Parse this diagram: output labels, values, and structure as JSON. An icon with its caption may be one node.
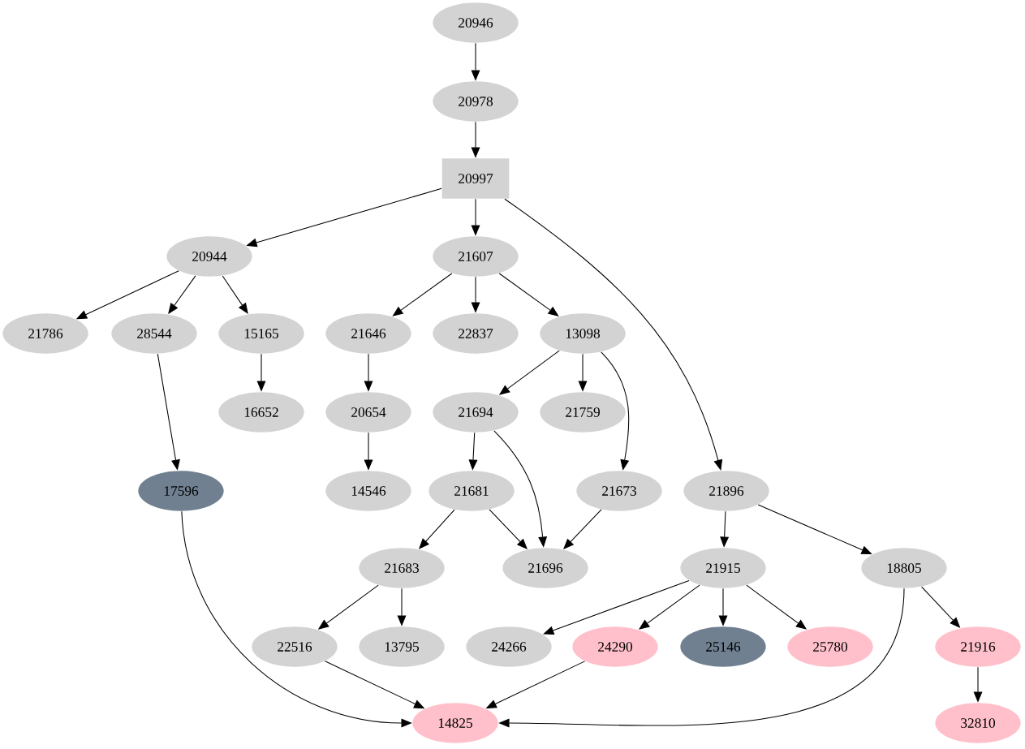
{
  "diagram": {
    "nodes": [
      {
        "text": [
          "20946"
        ]
      },
      {
        "text": [
          "20978"
        ]
      },
      {
        "text": [
          "20997"
        ]
      },
      {
        "text": [
          "20944"
        ]
      },
      {
        "text": [
          "21607"
        ]
      },
      {
        "text": [
          "21786"
        ]
      },
      {
        "text": [
          "28544"
        ]
      },
      {
        "text": [
          "15165"
        ]
      },
      {
        "text": [
          "21646"
        ]
      },
      {
        "text": [
          "22837"
        ]
      },
      {
        "text": [
          "13098"
        ]
      },
      {
        "text": [
          "16652"
        ]
      },
      {
        "text": [
          "20654"
        ]
      },
      {
        "text": [
          "21694"
        ]
      },
      {
        "text": [
          "21759"
        ]
      },
      {
        "text": [
          "17596"
        ]
      },
      {
        "text": [
          "14546"
        ]
      },
      {
        "text": [
          "21681"
        ]
      },
      {
        "text": [
          "21673"
        ]
      },
      {
        "text": [
          "21896"
        ]
      },
      {
        "text": [
          "21683"
        ]
      },
      {
        "text": [
          "21696"
        ]
      },
      {
        "text": [
          "21915"
        ]
      },
      {
        "text": [
          "18805"
        ]
      },
      {
        "text": [
          "22516"
        ]
      },
      {
        "text": [
          "13795"
        ]
      },
      {
        "text": [
          "24266"
        ]
      },
      {
        "text": [
          "24290"
        ]
      },
      {
        "text": [
          "25146"
        ]
      },
      {
        "text": [
          "25780"
        ]
      },
      {
        "text": [
          "21916"
        ]
      },
      {
        "text": [
          "14825"
        ]
      },
      {
        "text": [
          "32810"
        ]
      }
    ],
    "edges": [
      {
        "from": 0,
        "to": 1,
        "arrow": "to"
      },
      {
        "from": 1,
        "to": 2,
        "arrow": "to"
      },
      {
        "from": 2,
        "to": 3,
        "arrow": "to"
      },
      {
        "from": 2,
        "to": 4,
        "arrow": "to"
      },
      {
        "from": 2,
        "to": 19,
        "arrow": "to"
      },
      {
        "from": 3,
        "to": 5,
        "arrow": "to"
      },
      {
        "from": 3,
        "to": 6,
        "arrow": "to"
      },
      {
        "from": 3,
        "to": 7,
        "arrow": "to"
      },
      {
        "from": 4,
        "to": 8,
        "arrow": "to"
      },
      {
        "from": 4,
        "to": 9,
        "arrow": "to"
      },
      {
        "from": 4,
        "to": 10,
        "arrow": "to"
      },
      {
        "from": 7,
        "to": 11,
        "arrow": "to"
      },
      {
        "from": 8,
        "to": 12,
        "arrow": "to"
      },
      {
        "from": 10,
        "to": 13,
        "arrow": "to"
      },
      {
        "from": 10,
        "to": 14,
        "arrow": "to"
      },
      {
        "from": 10,
        "to": 18,
        "arrow": "to"
      },
      {
        "from": 6,
        "to": 15,
        "arrow": "to"
      },
      {
        "from": 12,
        "to": 16,
        "arrow": "to"
      },
      {
        "from": 13,
        "to": 17,
        "arrow": "to"
      },
      {
        "from": 13,
        "to": 21,
        "arrow": "to"
      },
      {
        "from": 17,
        "to": 20,
        "arrow": "to"
      },
      {
        "from": 17,
        "to": 21,
        "arrow": "to"
      },
      {
        "from": 18,
        "to": 21,
        "arrow": "to"
      },
      {
        "from": 19,
        "to": 22,
        "arrow": "to"
      },
      {
        "from": 19,
        "to": 23,
        "arrow": "to"
      },
      {
        "from": 20,
        "to": 24,
        "arrow": "to"
      },
      {
        "from": 20,
        "to": 25,
        "arrow": "to"
      },
      {
        "from": 22,
        "to": 26,
        "arrow": "to"
      },
      {
        "from": 22,
        "to": 27,
        "arrow": "to"
      },
      {
        "from": 22,
        "to": 28,
        "arrow": "to"
      },
      {
        "from": 22,
        "to": 29,
        "arrow": "to"
      },
      {
        "from": 23,
        "to": 30,
        "arrow": "to"
      },
      {
        "from": 23,
        "to": 31,
        "arrow": "to"
      },
      {
        "from": 15,
        "to": 31,
        "arrow": "to"
      },
      {
        "from": 24,
        "to": 31,
        "arrow": "to"
      },
      {
        "from": 27,
        "to": 31,
        "arrow": "to"
      },
      {
        "from": 30,
        "to": 32,
        "arrow": "to"
      }
    ]
  }
}
